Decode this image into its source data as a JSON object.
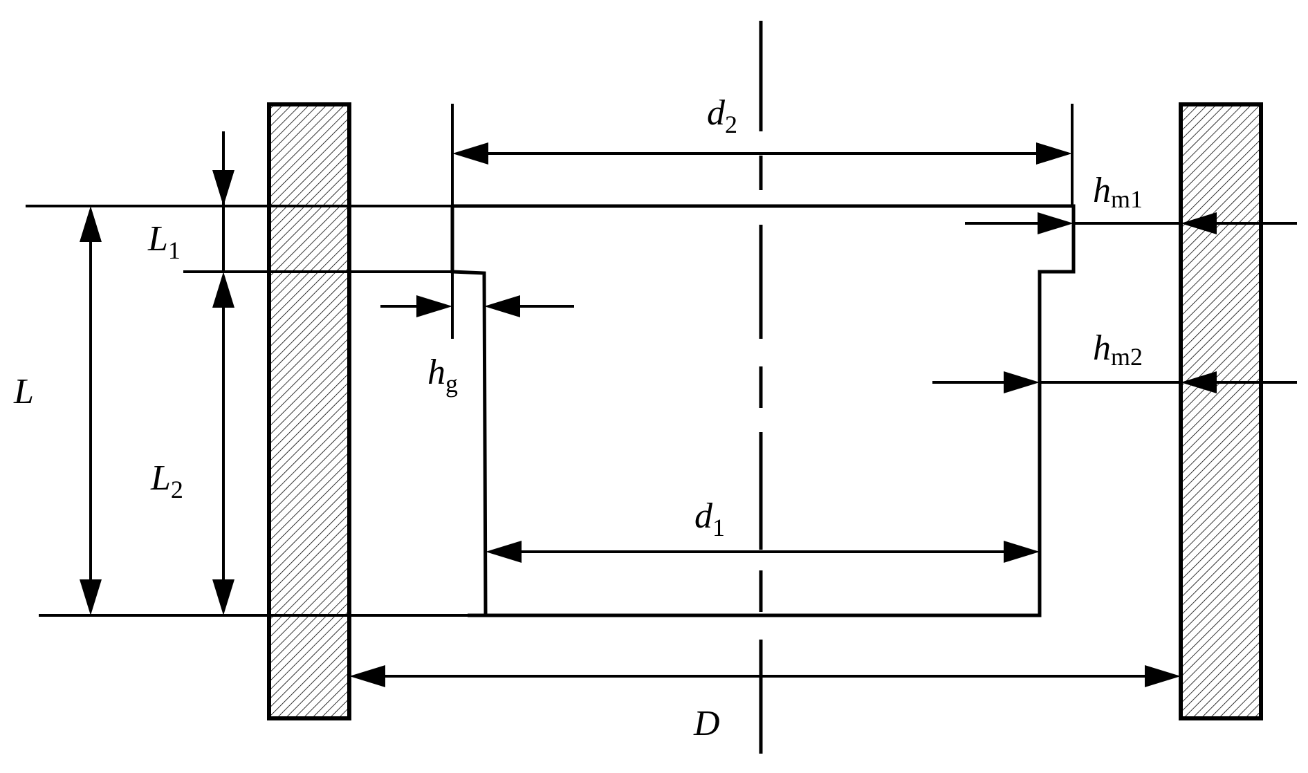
{
  "labels": {
    "d2": {
      "main": "d",
      "sub": "2"
    },
    "d1": {
      "main": "d",
      "sub": "1"
    },
    "D": {
      "main": "D",
      "sub": ""
    },
    "L": {
      "main": "L",
      "sub": ""
    },
    "L1": {
      "main": "L",
      "sub": "1"
    },
    "L2": {
      "main": "L",
      "sub": "2"
    },
    "hg": {
      "main": "h",
      "sub": "g"
    },
    "hm1": {
      "main": "h",
      "sub": "m1"
    },
    "hm2": {
      "main": "h",
      "sub": "m2"
    }
  },
  "colors": {
    "line": "#000000",
    "background": "#ffffff"
  }
}
